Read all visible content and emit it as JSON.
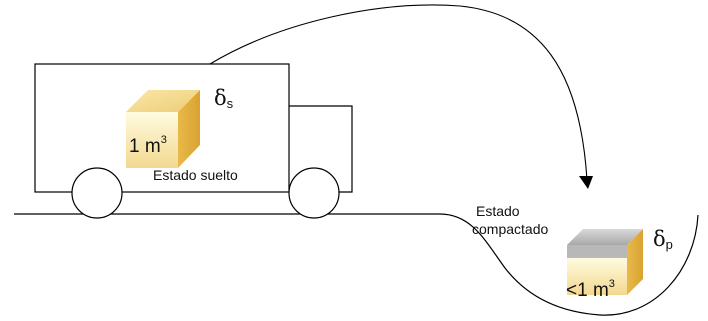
{
  "loose_state": {
    "label": "Estado suelto",
    "density_symbol": "δ",
    "density_subscript": "s",
    "volume_value": "1 m",
    "volume_exponent": "3"
  },
  "compacted_state": {
    "label_line1": "Estado",
    "label_line2": "compactado",
    "density_symbol": "δ",
    "density_subscript": "p",
    "volume_value": "<1 m",
    "volume_exponent": "3"
  }
}
